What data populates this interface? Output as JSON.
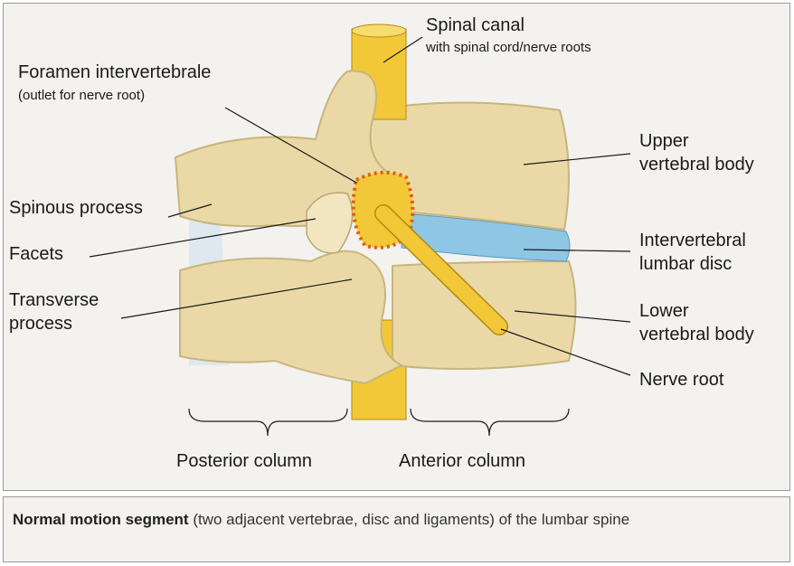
{
  "labels": {
    "spinal_canal": "Spinal canal",
    "spinal_canal_sub": "with spinal cord/nerve roots",
    "foramen": "Foramen intervertebrale",
    "foramen_sub": "(outlet for nerve root)",
    "spinous_process": "Spinous process",
    "facets": "Facets",
    "transverse_process_1": "Transverse",
    "transverse_process_2": "process",
    "upper_body_1": "Upper",
    "upper_body_2": "vertebral body",
    "disc_1": "Intervertebral",
    "disc_2": "lumbar disc",
    "lower_body_1": "Lower",
    "lower_body_2": "vertebral body",
    "nerve_root": "Nerve root",
    "posterior_column": "Posterior column",
    "anterior_column": "Anterior column"
  },
  "caption": {
    "bold": "Normal motion segment",
    "rest": " (two adjacent vertebrae, disc and ligaments) of the lumbar spine"
  },
  "colors": {
    "bone": "#ead9a6",
    "bone_shade": "#c8b57c",
    "spinal_cord": "#f2c838",
    "disc": "#8ec6e4",
    "foramen_outline": "#e06010",
    "panel": "#f3f2ef"
  }
}
